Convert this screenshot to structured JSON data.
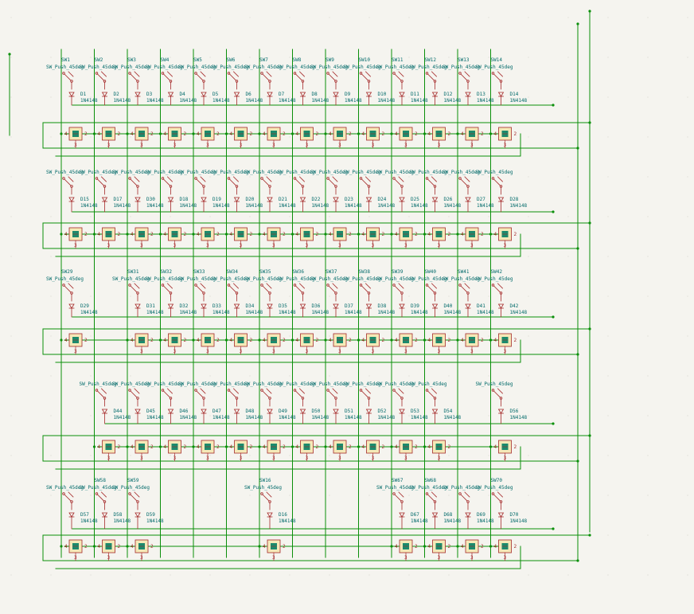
{
  "title": "",
  "colors": {
    "background": "#f5f4ef",
    "wire": "#0a8f0a",
    "symbol": "#a52a2a",
    "label": "#006a6a",
    "body": "#f5e9b8",
    "junction": "#0a8f0a",
    "led_core": "#1c8a6c"
  },
  "matrix": {
    "rows": [
      {
        "keys": [
          {
            "col": 0,
            "sw": "SW1",
            "diode": "D1"
          },
          {
            "col": 1,
            "sw": "SW2",
            "diode": "D2"
          },
          {
            "col": 2,
            "sw": "SW3",
            "diode": "D3"
          },
          {
            "col": 3,
            "sw": "SW4",
            "diode": "D4"
          },
          {
            "col": 4,
            "sw": "SW5",
            "diode": "D5"
          },
          {
            "col": 5,
            "sw": "SW6",
            "diode": "D6"
          },
          {
            "col": 6,
            "sw": "SW7",
            "diode": "D7"
          },
          {
            "col": 7,
            "sw": "SW8",
            "diode": "D8"
          },
          {
            "col": 8,
            "sw": "SW9",
            "diode": "D9"
          },
          {
            "col": 9,
            "sw": "SW10",
            "diode": "D10"
          },
          {
            "col": 10,
            "sw": "SW11",
            "diode": "D11"
          },
          {
            "col": 11,
            "sw": "SW12",
            "diode": "D12"
          },
          {
            "col": 12,
            "sw": "SW13",
            "diode": "D13"
          },
          {
            "col": 13,
            "sw": "SW14",
            "diode": "D14"
          }
        ]
      },
      {
        "keys": [
          {
            "col": 0,
            "sw": "",
            "diode": "D15"
          },
          {
            "col": 1,
            "sw": "",
            "diode": "D17"
          },
          {
            "col": 2,
            "sw": "",
            "diode": "D30"
          },
          {
            "col": 3,
            "sw": "",
            "diode": "D18"
          },
          {
            "col": 4,
            "sw": "",
            "diode": "D19"
          },
          {
            "col": 5,
            "sw": "",
            "diode": "D20"
          },
          {
            "col": 6,
            "sw": "",
            "diode": "D21"
          },
          {
            "col": 7,
            "sw": "",
            "diode": "D22"
          },
          {
            "col": 8,
            "sw": "",
            "diode": "D23"
          },
          {
            "col": 9,
            "sw": "",
            "diode": "D24"
          },
          {
            "col": 10,
            "sw": "",
            "diode": "D25"
          },
          {
            "col": 11,
            "sw": "",
            "diode": "D26"
          },
          {
            "col": 12,
            "sw": "",
            "diode": "D27"
          },
          {
            "col": 13,
            "sw": "",
            "diode": "D28"
          }
        ]
      },
      {
        "keys": [
          {
            "col": 0,
            "sw": "SW29",
            "diode": "D29"
          },
          {
            "col": 2,
            "sw": "SW31",
            "diode": "D31"
          },
          {
            "col": 3,
            "sw": "SW32",
            "diode": "D32"
          },
          {
            "col": 4,
            "sw": "SW33",
            "diode": "D33"
          },
          {
            "col": 5,
            "sw": "SW34",
            "diode": "D34"
          },
          {
            "col": 6,
            "sw": "SW35",
            "diode": "D35"
          },
          {
            "col": 7,
            "sw": "SW36",
            "diode": "D36"
          },
          {
            "col": 8,
            "sw": "SW37",
            "diode": "D37"
          },
          {
            "col": 9,
            "sw": "SW38",
            "diode": "D38"
          },
          {
            "col": 10,
            "sw": "SW39",
            "diode": "D39"
          },
          {
            "col": 11,
            "sw": "SW40",
            "diode": "D40"
          },
          {
            "col": 12,
            "sw": "SW41",
            "diode": "D41"
          },
          {
            "col": 13,
            "sw": "SW42",
            "diode": "D42"
          }
        ]
      },
      {
        "keys": [
          {
            "col": 1,
            "sw": "",
            "diode": "D44"
          },
          {
            "col": 2,
            "sw": "",
            "diode": "D45"
          },
          {
            "col": 3,
            "sw": "",
            "diode": "D46"
          },
          {
            "col": 4,
            "sw": "",
            "diode": "D47"
          },
          {
            "col": 5,
            "sw": "",
            "diode": "D48"
          },
          {
            "col": 6,
            "sw": "",
            "diode": "D49"
          },
          {
            "col": 7,
            "sw": "",
            "diode": "D50"
          },
          {
            "col": 8,
            "sw": "",
            "diode": "D51"
          },
          {
            "col": 9,
            "sw": "",
            "diode": "D52"
          },
          {
            "col": 10,
            "sw": "",
            "diode": "D53"
          },
          {
            "col": 11,
            "sw": "",
            "diode": "D54"
          },
          {
            "col": 13,
            "sw": "",
            "diode": "D56"
          }
        ]
      },
      {
        "keys": [
          {
            "col": 0,
            "sw": "",
            "diode": "D57"
          },
          {
            "col": 1,
            "sw": "SW58",
            "diode": "D58"
          },
          {
            "col": 2,
            "sw": "SW59",
            "diode": "D59"
          },
          {
            "col": 6,
            "sw": "SW16",
            "diode": "D16"
          },
          {
            "col": 10,
            "sw": "SW67",
            "diode": "D67"
          },
          {
            "col": 11,
            "sw": "SW68",
            "diode": "D68"
          },
          {
            "col": 12,
            "sw": "",
            "diode": "D69"
          },
          {
            "col": 13,
            "sw": "SW70",
            "diode": "D70"
          }
        ]
      }
    ],
    "switch_value": "SW_Push_45deg",
    "diode_value": "1N4148",
    "led_pins": {
      "left": "4",
      "right": "2",
      "bottom": "3"
    }
  }
}
